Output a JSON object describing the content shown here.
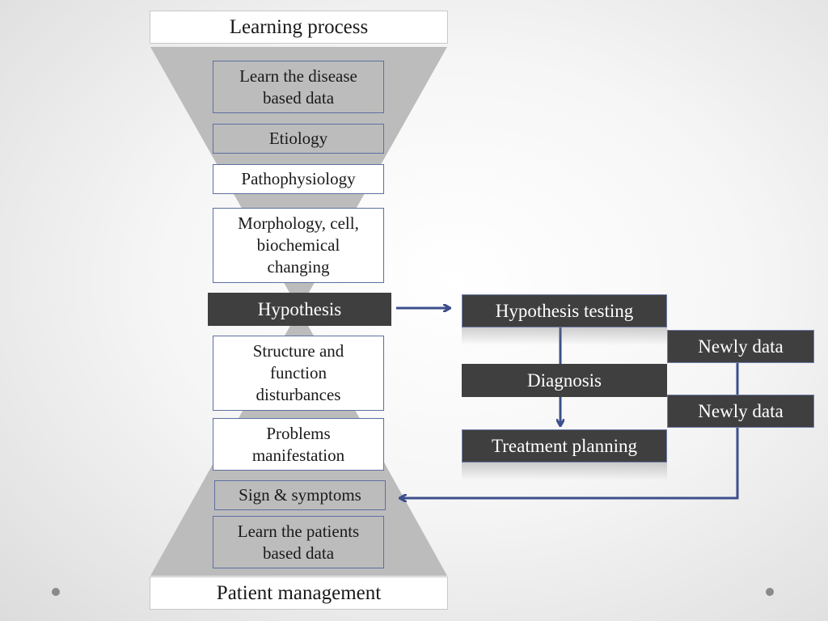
{
  "header": {
    "title": "Learning process"
  },
  "footer": {
    "title": "Patient management"
  },
  "upper_steps": [
    "Learn the disease\nbased data",
    "Etiology",
    "Pathophysiology",
    "Morphology, cell,\nbiochemical\nchanging"
  ],
  "center": {
    "hypothesis": "Hypothesis"
  },
  "lower_steps": [
    "Structure and\nfunction\ndisturbances",
    "Problems\nmanifestation",
    "Sign & symptoms",
    "Learn the patients\nbased data"
  ],
  "right_flow": {
    "testing": "Hypothesis testing",
    "diagnosis": "Diagnosis",
    "treatment": "Treatment planning",
    "newly_data_1": "Newly data",
    "newly_data_2": "Newly data"
  },
  "colors": {
    "funnel": "#bcbcbc",
    "dark_box": "#3f3f3f",
    "arrow": "#3d4f8c",
    "outline": "#5d6fa1"
  }
}
